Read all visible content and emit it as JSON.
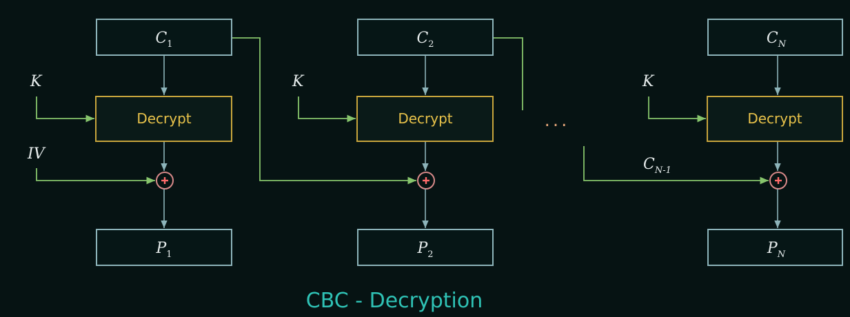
{
  "diagram": {
    "title": "CBC - Decryption",
    "key_label": "K",
    "iv_label": "IV",
    "decrypt_label": "Decrypt",
    "ellipsis": "...",
    "prev_cipher": {
      "base": "C",
      "sub": "N-1"
    },
    "blocks": [
      {
        "cipher": {
          "base": "C",
          "sub": "1"
        },
        "plain": {
          "base": "P",
          "sub": "1"
        }
      },
      {
        "cipher": {
          "base": "C",
          "sub": "2"
        },
        "plain": {
          "base": "P",
          "sub": "2"
        }
      },
      {
        "cipher": {
          "base": "C",
          "sub": "N"
        },
        "plain": {
          "base": "P",
          "sub": "N"
        }
      }
    ],
    "colors": {
      "background": "#061313",
      "box": "#8db4ba",
      "decrypt": "#c8a53c",
      "arrow": "#86c46c",
      "xor": "#d98a8a",
      "title": "#2fc2b5"
    }
  }
}
